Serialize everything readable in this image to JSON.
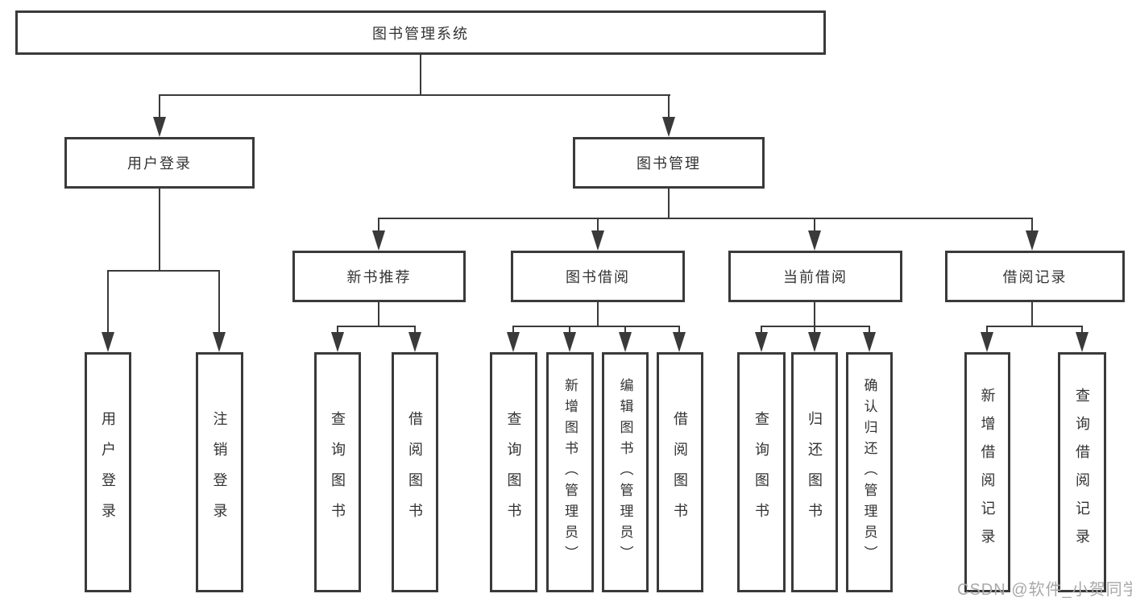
{
  "diagram": {
    "title": "图书管理系统",
    "level1": [
      {
        "label": "用户登录"
      },
      {
        "label": "图书管理"
      }
    ],
    "level2": [
      {
        "label": "新书推荐"
      },
      {
        "label": "图书借阅"
      },
      {
        "label": "当前借阅"
      },
      {
        "label": "借阅记录"
      }
    ],
    "leaves": {
      "user_login": [
        {
          "label": "用户登录"
        },
        {
          "label": "注销登录"
        }
      ],
      "new_book_recommend": [
        {
          "label": "查询图书"
        },
        {
          "label": "借阅图书"
        }
      ],
      "book_borrow": [
        {
          "label": "查询图书"
        },
        {
          "label": "新增图书（管理员）"
        },
        {
          "label": "编辑图书（管理员）"
        },
        {
          "label": "借阅图书"
        }
      ],
      "current_borrow": [
        {
          "label": "查询图书"
        },
        {
          "label": "归还图书"
        },
        {
          "label": "确认归还（管理员）"
        }
      ],
      "borrow_record": [
        {
          "label": "新增借阅记录"
        },
        {
          "label": "查询借阅记录"
        }
      ]
    }
  },
  "watermark": {
    "text": "CSDN @软件_小贺同学"
  },
  "colors": {
    "line": "#3a3a3a",
    "box_border": "#3a3a3a",
    "text": "#333333",
    "watermark": "#a9a9a9",
    "background": "#ffffff"
  }
}
